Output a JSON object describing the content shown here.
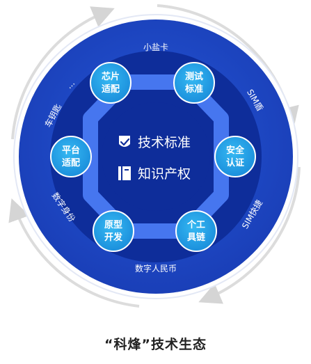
{
  "ring_labels": {
    "top": "小盐卡",
    "right_upper": "SIM盾",
    "right_lower": "SIM快捷",
    "bottom": "数字人民币",
    "left_lower": "数字身份",
    "left_upper": "车钥匙",
    "ellipsis": "..."
  },
  "nodes": {
    "chip": [
      "芯片",
      "适配"
    ],
    "test": [
      "测试",
      "标准"
    ],
    "security": [
      "安全",
      "认证"
    ],
    "toolchain": [
      "个工",
      "具链"
    ],
    "prototype": [
      "原型",
      "开发"
    ],
    "platform": [
      "平台",
      "适配"
    ]
  },
  "center": {
    "item1": "技术标准",
    "item2": "知识产权"
  },
  "caption": "“科烽”技术生态",
  "colors": {
    "outer_circle": "#1c49c4",
    "inner_circle": "#0f2f9e",
    "gear": "#3766e8",
    "node": "#1fa3e6",
    "arrows": "#d5d5d5"
  }
}
